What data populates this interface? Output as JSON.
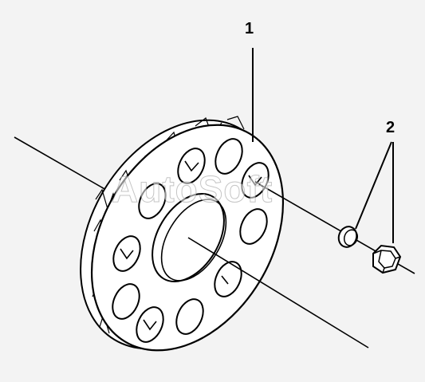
{
  "diagram": {
    "callouts": [
      {
        "id": "1",
        "label": "1",
        "part": "flange-plate"
      },
      {
        "id": "2",
        "label": "2",
        "part": "washer-and-nut"
      }
    ],
    "watermark": "AutoSoft",
    "colors": {
      "background": "#f3f3f3",
      "line": "#000000",
      "fill": "#ffffff"
    }
  }
}
